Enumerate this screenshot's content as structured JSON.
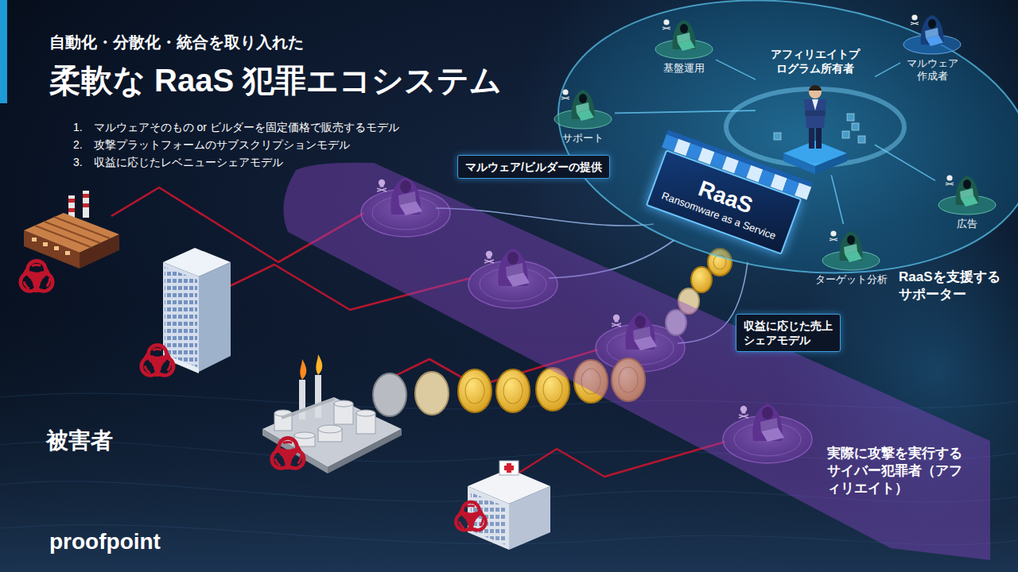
{
  "diagram": {
    "title": "柔軟な RaaS 犯罪エコシステム",
    "nodes": [
      {
        "text": [
          "RaaSを支援するサポーター"
        ]
      },
      {
        "text": [
          "基盤運用"
        ],
        "in": 0
      },
      {
        "text": [
          "アフィリエイトプログラム所有者"
        ],
        "in": 0
      },
      {
        "text": [
          "マルウェア作成者"
        ],
        "in": 0
      },
      {
        "text": [
          "サポート"
        ],
        "in": 0
      },
      {
        "text": [
          "広告"
        ],
        "in": 0
      },
      {
        "text": [
          "ターゲット分析"
        ],
        "in": 0
      },
      {
        "text": [
          "RaaS",
          "Ransomware as a Service"
        ]
      },
      {
        "text": [
          "マルウェア/ビルダーの提供"
        ]
      },
      {
        "text": [
          "実際に攻撃を実行するサイバー犯罪者（アフィリエイト）"
        ]
      },
      {
        "text": [
          "収益に応じた売上シェアモデル"
        ]
      }
    ],
    "edges": [
      {
        "from": 1,
        "to": 2,
        "arrow": "none"
      },
      {
        "from": 3,
        "to": 2,
        "arrow": "none"
      },
      {
        "from": 4,
        "to": 2,
        "arrow": "none"
      },
      {
        "from": 5,
        "to": 2,
        "arrow": "none"
      },
      {
        "from": 6,
        "to": 2,
        "arrow": "none"
      }
    ],
    "labels": [
      "自動化・分散化・統合を取り入れた",
      "1.　マルウェアそのもの or ビルダーを固定価格で販売するモデル",
      "2.　攻撃プラットフォームのサブスクリプションモデル",
      "3.　収益に応じたレベニューシェアモデル",
      "被害者",
      "proofpoint"
    ]
  }
}
